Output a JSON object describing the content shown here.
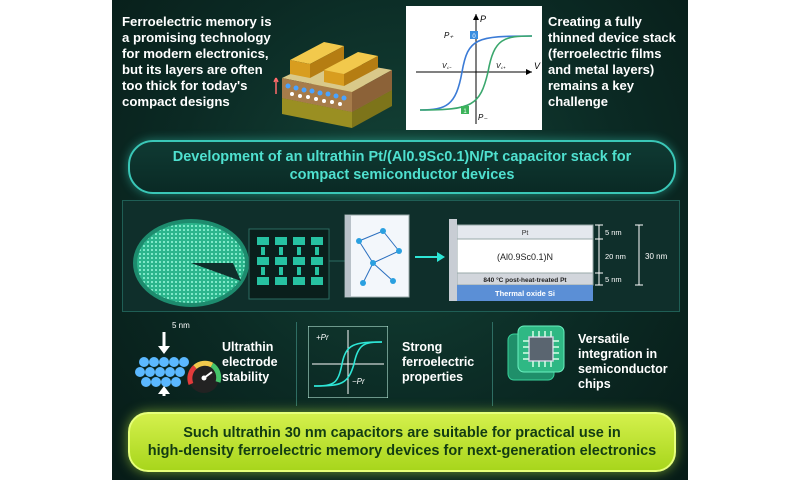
{
  "intro": {
    "left_text": "Ferroelectric memory is a promising technology for modern electronics, but its layers are often too thick for today's compact designs",
    "right_text": "Creating a fully thinned device stack (ferroelectric films and metal layers) remains a key challenge"
  },
  "hysteresis": {
    "p_axis": "P",
    "v_axis": "V",
    "p_plus": "P₊",
    "p_minus": "P₋",
    "vc_minus": "V꜀₋",
    "vc_plus": "V꜀₊",
    "marker_top": "0",
    "marker_bottom": "1"
  },
  "title": {
    "line1": "Development of an ultrathin Pt/(Al0.9Sc0.1)N/Pt capacitor stack for",
    "line2": "compact semiconductor devices"
  },
  "stack": {
    "top_layer": "Pt",
    "middle_layer": "(Al0.9Sc0.1)N",
    "bottom_layer": "840 °C post-heat-treated Pt",
    "substrate": "Thermal oxide Si",
    "dim_top": "5 nm",
    "dim_mid": "20 nm",
    "dim_bottom": "5 nm",
    "dim_total": "30 nm"
  },
  "features": [
    {
      "text": "Ultrathin electrode stability",
      "label": "5 nm"
    },
    {
      "text": "Strong ferroelectric properties",
      "label_plus": "+Pr",
      "label_minus": "−Pr"
    },
    {
      "text": "Versatile integration in semiconductor chips"
    }
  ],
  "conclusion": {
    "line1": "Such ultrathin 30 nm capacitors are suitable for practical use in",
    "line2": "high-density ferroelectric memory devices for next-generation electronics"
  },
  "colors": {
    "background": "#0b2a24",
    "title_text": "#4fe0cf",
    "conclusion_bg": "#c3e63a",
    "accent_cyan": "#2ee6d6"
  }
}
